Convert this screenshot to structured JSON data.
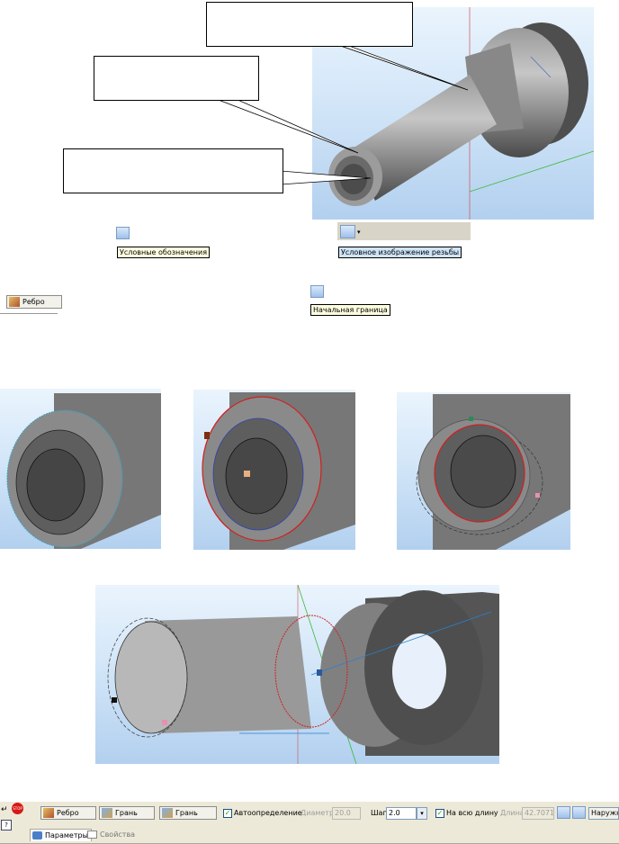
{
  "callouts": [
    "",
    "",
    ""
  ],
  "tooltips": {
    "symbols": "Условные обозначения",
    "thread_image": "Условное изображение резьбы",
    "start_boundary": "Начальная граница"
  },
  "small_toolbar": {
    "edge_label": "Ребро"
  },
  "toolbar": {
    "edge_label": "Ребро",
    "face1_label": "Грань",
    "face2_label": "Грань",
    "auto_label": "Автоопределение",
    "diameter_label": "Диаметр",
    "diameter_value": "20.0",
    "step_label": "Шаг",
    "step_value": "2.0",
    "fulllength_label": "На всю длину",
    "length_label": "Длина",
    "length_value": "42.7071",
    "type_value": "Наружна"
  },
  "tabs": {
    "params": "Параметры",
    "props": "Свойства"
  },
  "colors": {
    "viewport_top": "#eaf4fd",
    "viewport_bottom": "#b2d0ef",
    "part_gray": "#6e6e6e",
    "thread_red": "#d02020",
    "tooltip_bg": "#ffffe1",
    "panel_bg": "#ece9d8"
  },
  "icons": [
    "symbols-button-icon",
    "thread-image-button-icon",
    "edge-icon",
    "start-boundary-button-icon",
    "stop-icon",
    "help-icon",
    "face-icon"
  ]
}
